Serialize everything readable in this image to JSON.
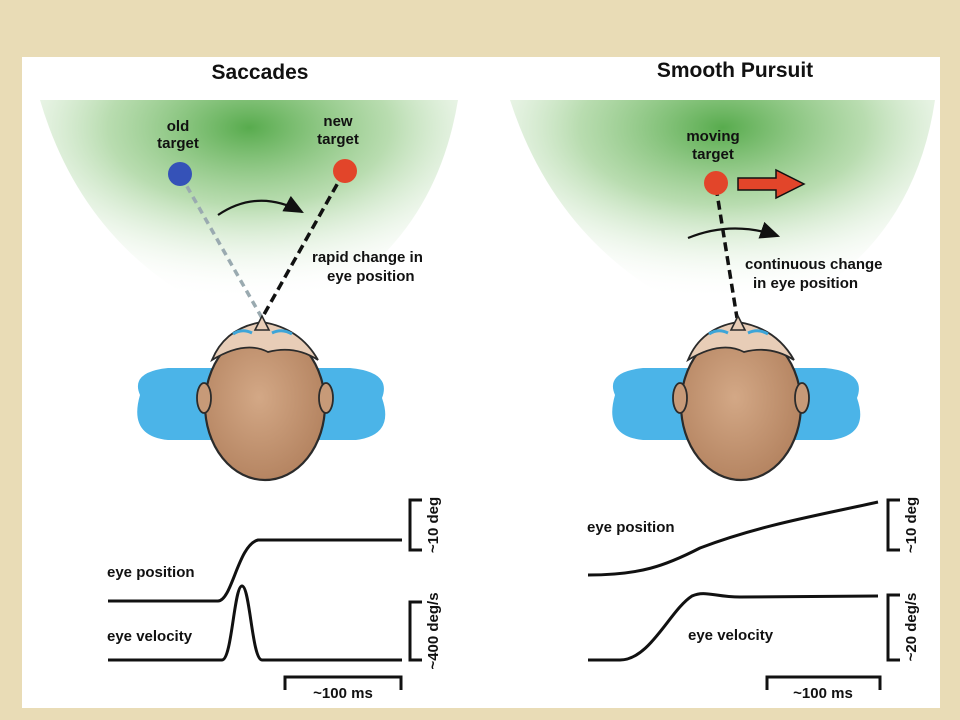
{
  "colors": {
    "frame": "#e9dcb6",
    "panel": "#ffffff",
    "field_green": "#5aa84a",
    "old_target": "#3552b8",
    "new_target": "#e2452a",
    "arrow_fill": "#e2452a",
    "pillow": "#4bb4e8",
    "head": "#c79a78",
    "trace": "#111111"
  },
  "saccades": {
    "title": "Saccades",
    "old_target_line1": "old",
    "old_target_line2": "target",
    "new_target_line1": "new",
    "new_target_line2": "target",
    "note_line1": "rapid change in",
    "note_line2": "eye position",
    "eye_position_label": "eye position",
    "eye_velocity_label": "eye velocity",
    "position_scale": "~10 deg",
    "velocity_scale": "~400 deg/s",
    "time_scale": "~100 ms"
  },
  "pursuit": {
    "title": "Smooth Pursuit",
    "target_line1": "moving",
    "target_line2": "target",
    "note_line1": "continuous change",
    "note_line2": "in eye position",
    "eye_position_label": "eye position",
    "eye_velocity_label": "eye velocity",
    "position_scale": "~10 deg",
    "velocity_scale": "~20 deg/s",
    "time_scale": "~100 ms"
  }
}
